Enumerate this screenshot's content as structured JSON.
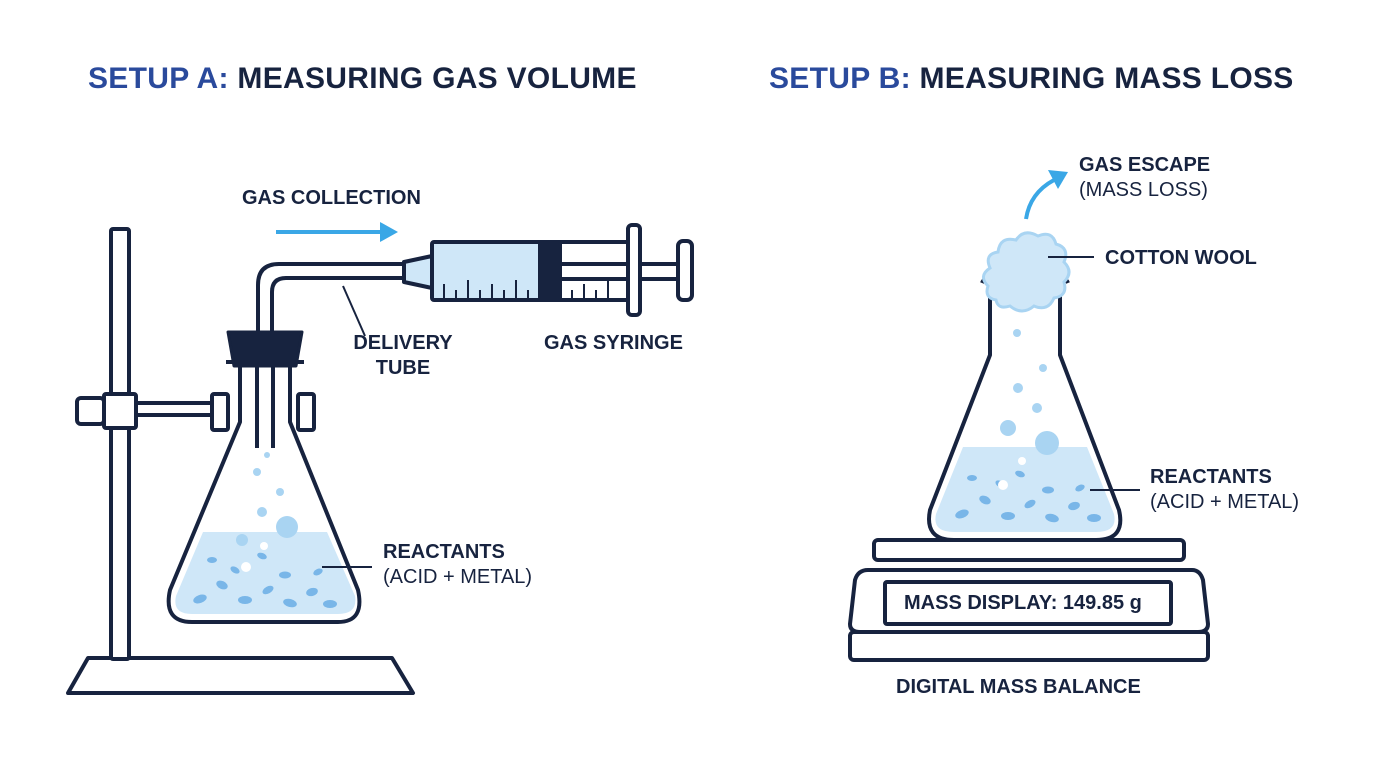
{
  "setup_a": {
    "title_prefix": "SETUP A:",
    "title_main": "MEASURING GAS VOLUME",
    "labels": {
      "gas_collection": "GAS COLLECTION",
      "delivery_tube_line1": "DELIVERY",
      "delivery_tube_line2": "TUBE",
      "gas_syringe": "GAS SYRINGE",
      "reactants": "REACTANTS",
      "reactants_detail": "(ACID + METAL)"
    }
  },
  "setup_b": {
    "title_prefix": "SETUP B:",
    "title_main": "MEASURING MASS LOSS",
    "labels": {
      "gas_escape": "GAS ESCAPE",
      "gas_escape_detail": "(MASS LOSS)",
      "cotton_wool": "COTTON WOOL",
      "reactants": "REACTANTS",
      "reactants_detail": "(ACID + METAL)",
      "mass_display": "MASS DISPLAY: 149.85 g",
      "balance": "DIGITAL MASS BALANCE"
    }
  },
  "colors": {
    "outline": "#17233f",
    "accent_blue": "#2a4a9c",
    "arrow": "#3aa7e6",
    "liquid": "#cfe7f8",
    "bubbles": "#a9d4f2"
  }
}
